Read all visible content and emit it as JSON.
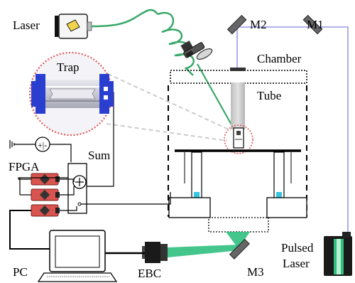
{
  "labels": {
    "laser": "Laser",
    "m2": "M2",
    "m1": "M1",
    "chamber": "Chamber",
    "tube": "Tube",
    "trap": "Trap",
    "sum": "Sum",
    "fpga": "FPGA",
    "pulsed_line1": "Pulsed",
    "pulsed_line2": "Laser",
    "pc": "PC",
    "ebc": "EBC",
    "m3": "M3"
  },
  "colors": {
    "fiber_green": "#3aa86a",
    "beam_green": "#2fbf7f",
    "pulsed_path_blue": "#9a9ae6",
    "trap_blue": "#2a3fd0",
    "fpga_red": "#d9534f",
    "magnifier_border": "#e05a5a",
    "cyan_block": "#36c4e0",
    "laser_yellow": "#f2d34a"
  }
}
